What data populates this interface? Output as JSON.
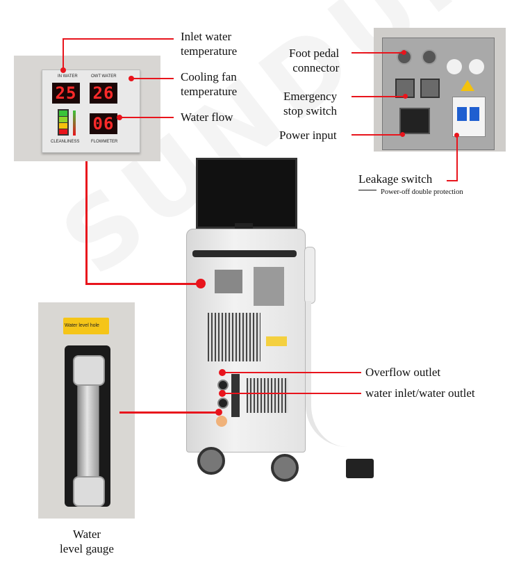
{
  "callouts": {
    "inlet_water": "Inlet water\ntemperature",
    "cooling_fan": "Cooling fan\ntemperature",
    "water_flow": "Water flow",
    "foot_pedal": "Foot pedal\nconnector",
    "emergency_stop": "Emergency\nstop switch",
    "power_input": "Power input",
    "leakage_switch": "Leakage switch",
    "leakage_note": "Power-off double protection",
    "overflow_outlet": "Overflow outlet",
    "water_inlet_outlet": "water inlet/water outlet",
    "water_level_gauge": "Water\nlevel gauge"
  },
  "control_panel": {
    "in_water_label": "IN WATER",
    "out_water_label": "OWT WATER",
    "in_water_value": "25",
    "out_water_value": "26",
    "flow_value": "06",
    "cleanliness_label": "CLEANLINESS",
    "flowmeter_label": "FLOWMETER"
  },
  "gauge_panel": {
    "hole_label": "Water level hole"
  },
  "watermark": "SUNDUN",
  "accent_color": "#e8141c"
}
